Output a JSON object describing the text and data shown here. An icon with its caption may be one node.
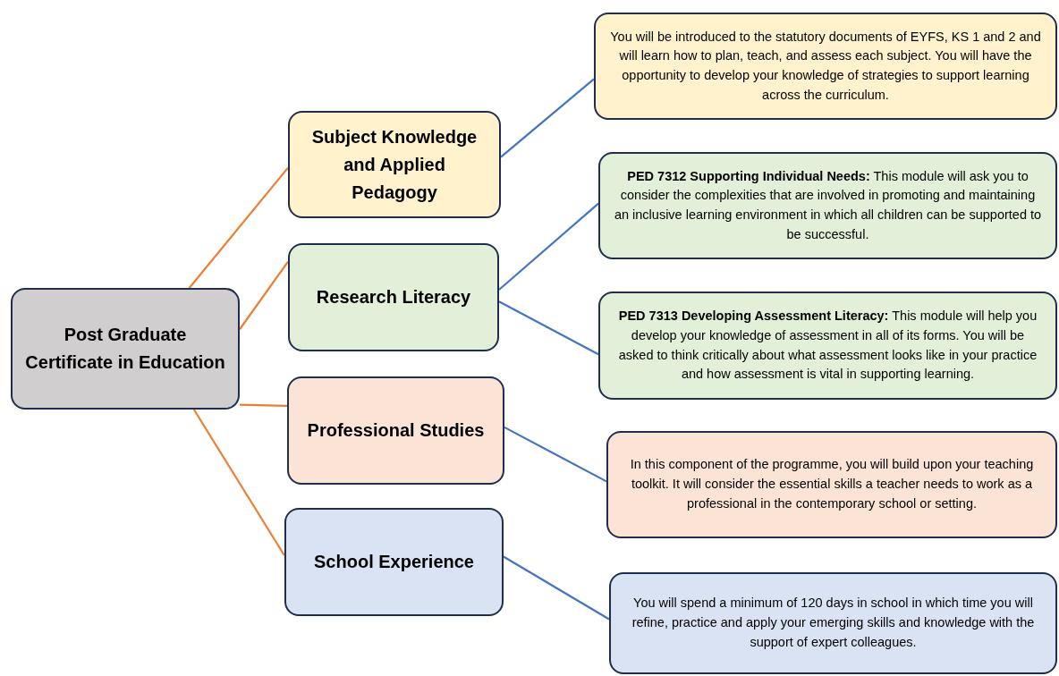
{
  "diagram": {
    "nodes": [
      {
        "text": [
          "Post Graduate Certificate in Education"
        ]
      },
      {
        "text": [
          "Subject Knowledge and Applied Pedagogy"
        ]
      },
      {
        "text": [
          "Research Literacy"
        ]
      },
      {
        "text": [
          "Professional Studies"
        ]
      },
      {
        "text": [
          "School Experience"
        ]
      },
      {
        "text": [
          "You will be introduced to the statutory documents of EYFS, KS 1 and 2 and will learn how to plan, teach, and assess each subject. You will have the opportunity to develop your knowledge of strategies to support learning across the curriculum."
        ]
      },
      {
        "text": [
          "**PED 7312 Supporting Individual Needs:** This module will ask you to consider the complexities that are involved in promoting and maintaining an inclusive learning environment in which all children can be supported to be successful."
        ]
      },
      {
        "text": [
          "**PED 7313 Developing Assessment Literacy:** This module will help you develop your knowledge of assessment in all of its forms. You will be asked to think critically about what assessment looks like in your practice and how assessment is vital in supporting learning."
        ]
      },
      {
        "text": [
          "In this component of the programme, you will build upon your teaching toolkit. It will consider the essential skills a teacher needs to work as a professional in the contemporary school or setting."
        ]
      },
      {
        "text": [
          "You will spend a minimum of 120 days in school in which time you will refine, practice and apply your emerging skills and knowledge with the support of expert colleagues."
        ]
      }
    ],
    "edges": [
      {
        "from": 0,
        "to": 1,
        "arrow": "none",
        "color": "#ed7d31"
      },
      {
        "from": 0,
        "to": 2,
        "arrow": "none",
        "color": "#ed7d31"
      },
      {
        "from": 0,
        "to": 3,
        "arrow": "none",
        "color": "#ed7d31"
      },
      {
        "from": 0,
        "to": 4,
        "arrow": "none",
        "color": "#ed7d31"
      },
      {
        "from": 1,
        "to": 5,
        "arrow": "none"
      },
      {
        "from": 2,
        "to": 6,
        "arrow": "none"
      },
      {
        "from": 2,
        "to": 7,
        "arrow": "none"
      },
      {
        "from": 3,
        "to": 8,
        "arrow": "none"
      },
      {
        "from": 4,
        "to": 9,
        "arrow": "none"
      }
    ]
  }
}
